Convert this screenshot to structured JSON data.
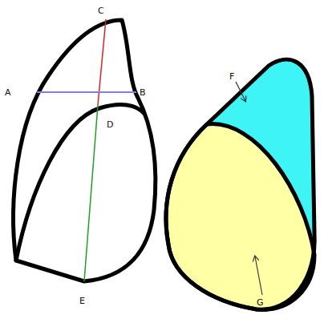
{
  "diagram": {
    "labels": [
      "C",
      "A",
      "B",
      "D",
      "E",
      "F",
      "G"
    ]
  }
}
